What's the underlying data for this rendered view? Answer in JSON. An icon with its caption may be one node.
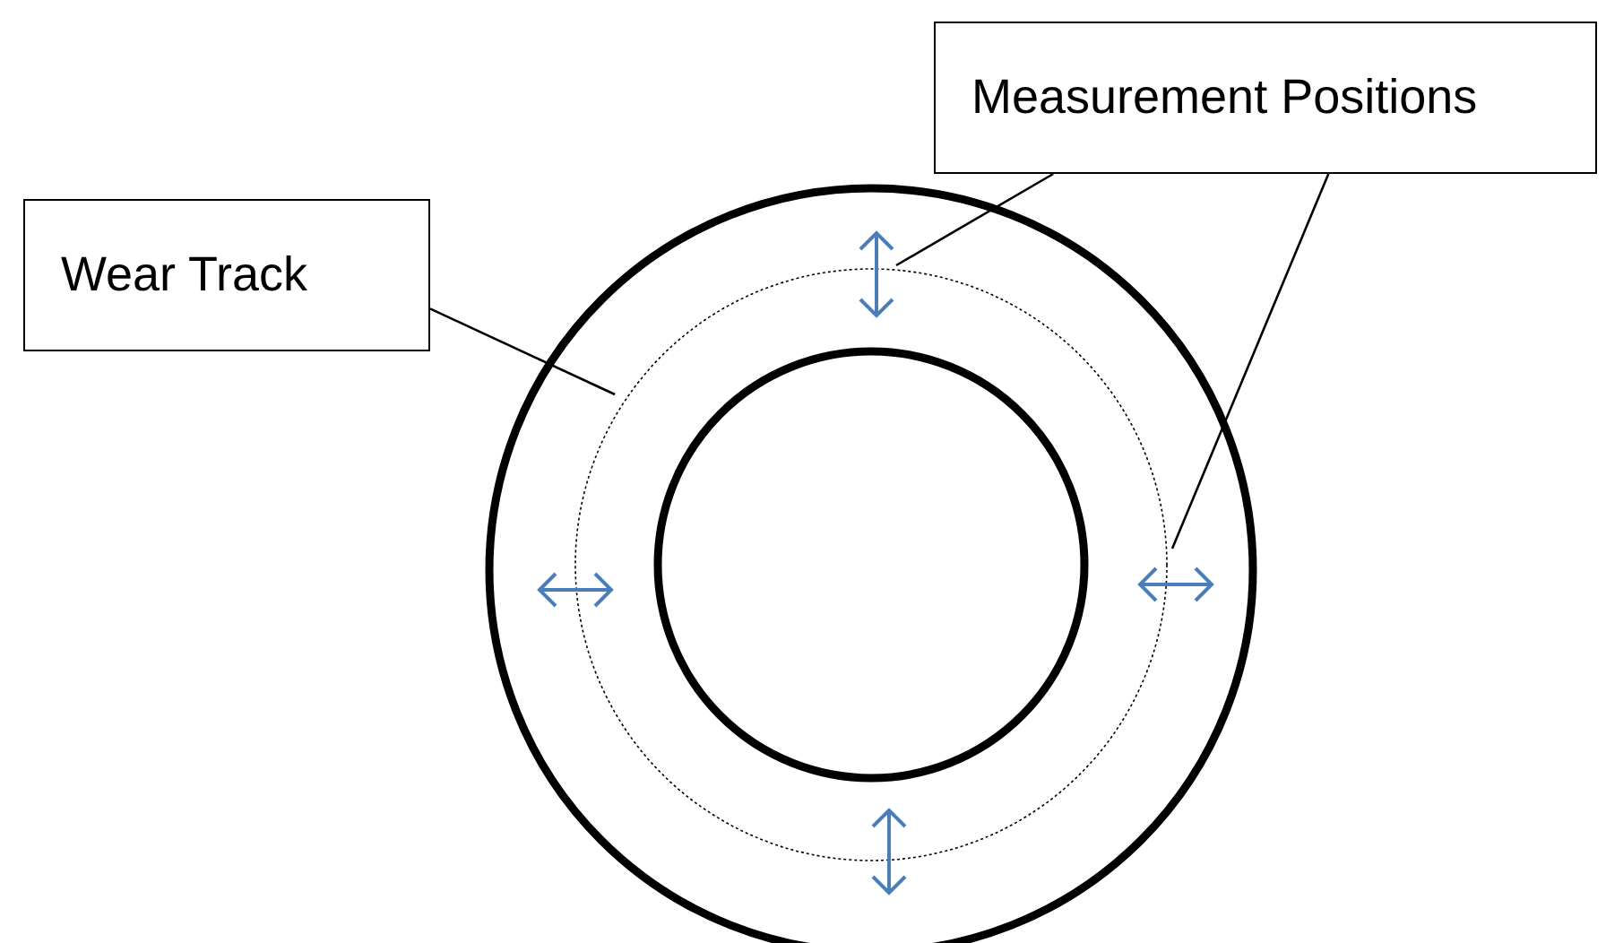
{
  "diagram": {
    "nodes": [
      {
        "text": [
          "Wear Track"
        ]
      },
      {
        "text": [
          "Measurement Positions"
        ]
      }
    ],
    "edges": [
      {
        "from": 0,
        "to": null,
        "arrow": "none"
      },
      {
        "from": 1,
        "to": null,
        "arrow": "none"
      },
      {
        "from": 1,
        "to": null,
        "arrow": "none"
      }
    ]
  }
}
